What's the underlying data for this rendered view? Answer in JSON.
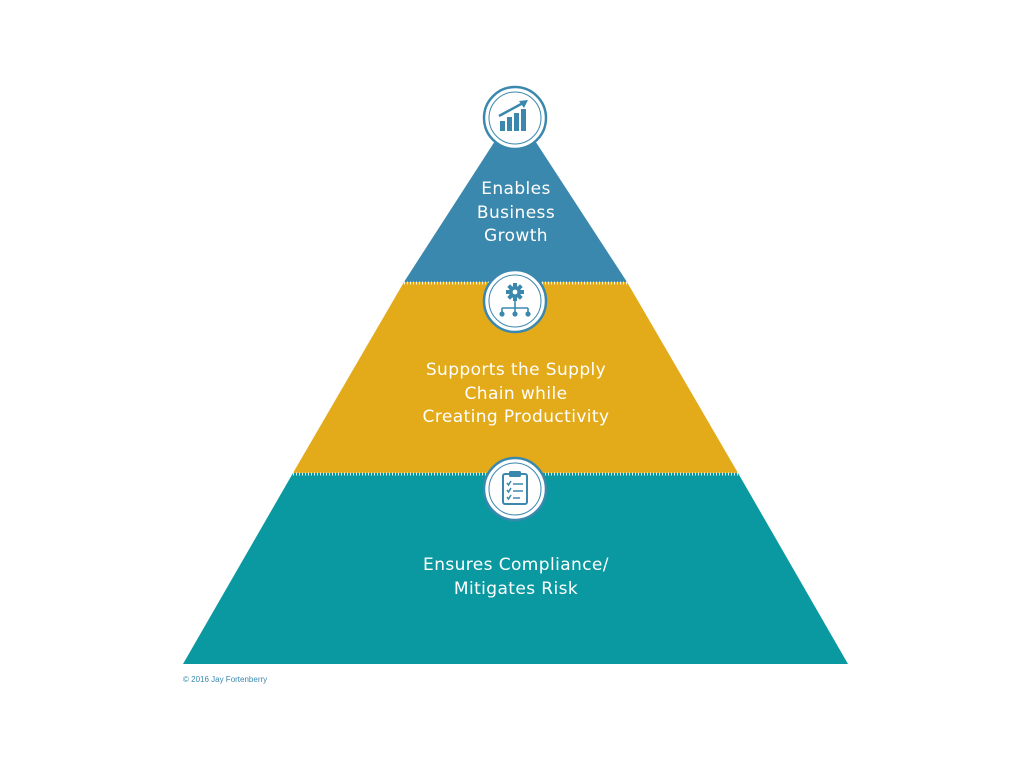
{
  "colors": {
    "top": "#3a88ad",
    "middle": "#e3aa1a",
    "bottom": "#0a99a1",
    "badge_stroke": "#3a88ad",
    "text": "#ffffff",
    "copyright": "#3a88ad"
  },
  "tiers": [
    {
      "level": "top",
      "icon": "bar-chart-growth-icon",
      "lines": [
        "Enables",
        "Business",
        "Growth"
      ]
    },
    {
      "level": "middle",
      "icon": "gear-org-chart-icon",
      "lines": [
        "Supports the Supply",
        "Chain while",
        "Creating Productivity"
      ]
    },
    {
      "level": "bottom",
      "icon": "clipboard-checklist-icon",
      "lines": [
        "Ensures Compliance/",
        "Mitigates Risk"
      ]
    }
  ],
  "copyright": "© 2016 Jay Fortenberry"
}
